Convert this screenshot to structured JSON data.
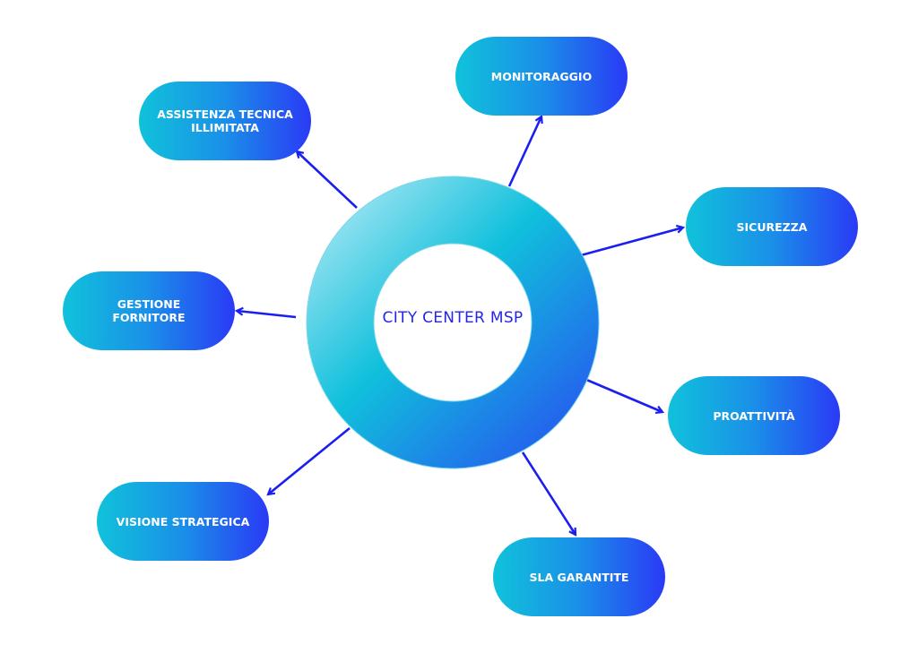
{
  "center": {
    "label": "CITY CENTER MSP"
  },
  "nodes": [
    {
      "id": "assistenza",
      "label": "ASSISTENZA TECNICA ILLIMITATA"
    },
    {
      "id": "monitoraggio",
      "label": "MONITORAGGIO"
    },
    {
      "id": "sicurezza",
      "label": "SICUREZZA"
    },
    {
      "id": "gestione",
      "label": "GESTIONE FORNITORE"
    },
    {
      "id": "proattivita",
      "label": "PROATTIVITÀ"
    },
    {
      "id": "visione",
      "label": "VISIONE STRATEGICA"
    },
    {
      "id": "sla",
      "label": "SLA GARANTITE"
    }
  ],
  "colors": {
    "arrow": "#1a1ff0",
    "gradient_start": "#10c2da",
    "gradient_end": "#2a3af6",
    "center_text": "#2626e6"
  }
}
